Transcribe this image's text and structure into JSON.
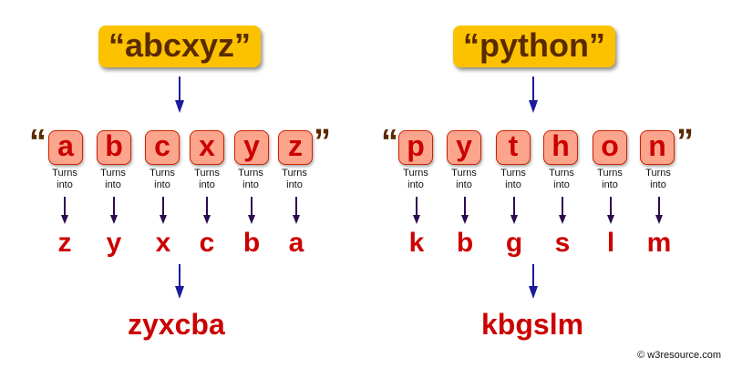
{
  "credit": "© w3resource.com",
  "turns_label": [
    "Turns",
    "into"
  ],
  "colors": {
    "title_bg": "#fcc200",
    "title_text": "#5a2a00",
    "tile_bg": "#fca58c",
    "char_red": "#cc0000",
    "arrow_blue": "#1a1a9a",
    "arrow_dark": "#2e0a4e"
  },
  "examples": [
    {
      "input": "“abcxyz”",
      "open_quote": "“",
      "close_quote": "”",
      "chars": [
        "a",
        "b",
        "c",
        "x",
        "y",
        "z"
      ],
      "reversed_chars": [
        "z",
        "y",
        "x",
        "c",
        "b",
        "a"
      ],
      "output": "zyxcba"
    },
    {
      "input": "“python”",
      "open_quote": "“",
      "close_quote": "”",
      "chars": [
        "p",
        "y",
        "t",
        "h",
        "o",
        "n"
      ],
      "reversed_chars": [
        "k",
        "b",
        "g",
        "s",
        "l",
        "m"
      ],
      "output": "kbgslm"
    }
  ]
}
